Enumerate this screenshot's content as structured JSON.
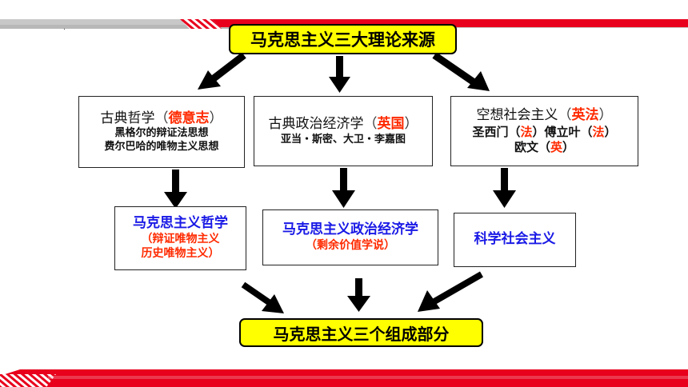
{
  "title": "马克思主义三大理论来源",
  "footer": "马克思主义三个组成部分",
  "dot": ".",
  "sources": [
    {
      "name": "古典哲学",
      "origin": "德意志",
      "lines": [
        "黑格尔的辩证法思想",
        "费尔巴哈的唯物主义思想"
      ]
    },
    {
      "name": "古典政治经济学",
      "origin": "英国",
      "lines": [
        "亚当・斯密、大卫・李嘉图"
      ]
    },
    {
      "name": "空想社会主义",
      "origin": "英法",
      "people": [
        {
          "name": "圣西门",
          "country": "法"
        },
        {
          "name": "傅立叶",
          "country": "法"
        },
        {
          "name": "欧文",
          "country": "英"
        }
      ]
    }
  ],
  "components": [
    {
      "name": "马克思主义哲学",
      "sub": [
        "（辩证唯物主义",
        "历史唯物主义）"
      ]
    },
    {
      "name": "马克思主义政治经济学",
      "sub": [
        "（剩余价值学说）"
      ]
    },
    {
      "name": "科学社会主义",
      "sub": []
    }
  ],
  "colors": {
    "accent_red": "#e8001c",
    "highlight_yellow": "#ffff00",
    "origin_red": "#ff2a00",
    "component_blue": "#1a1ae6"
  }
}
